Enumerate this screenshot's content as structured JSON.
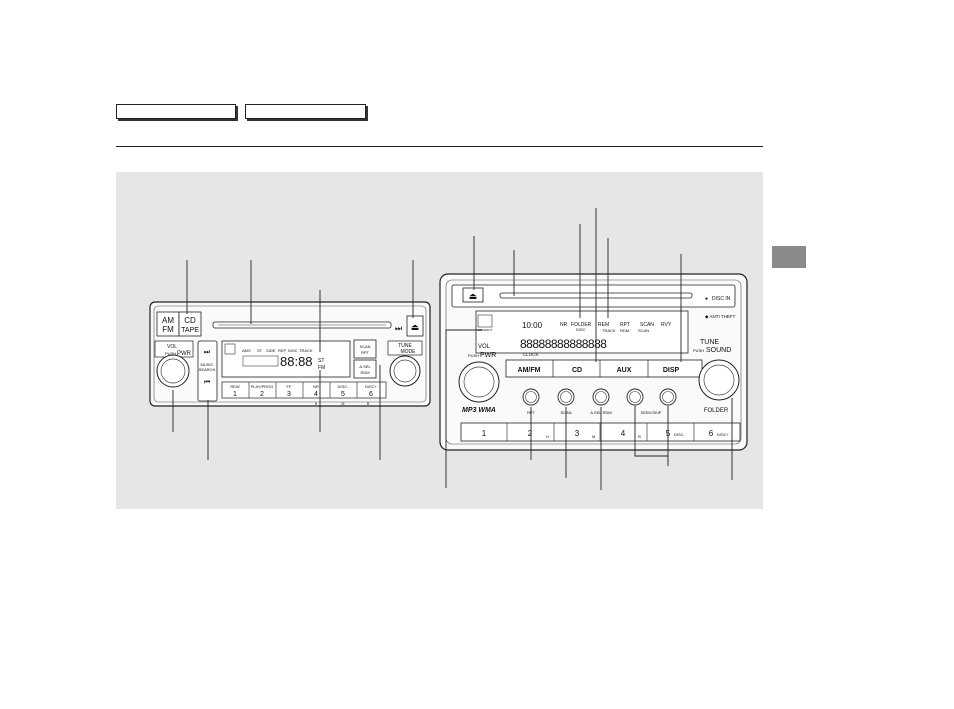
{
  "header": {
    "tabs": [
      "",
      ""
    ]
  },
  "left_unit": {
    "am_fm": [
      "AM",
      "FM"
    ],
    "cd_tape": [
      "CD",
      "TAPE"
    ],
    "vol_small": "VOL",
    "push_small": "PUSH",
    "pwr": "PWR",
    "music_search": [
      "MUSIC",
      "SEARCH"
    ],
    "display_upper": [
      "AMS",
      "ST",
      "SIDE",
      "REP",
      "DISC",
      "TRACK"
    ],
    "display_segments": "88:88",
    "scan": [
      "SCAN",
      "RPT"
    ],
    "aseldolby": [
      "A.SEL",
      "RDM"
    ],
    "tune_small": "TUNE",
    "mode": "MODE",
    "presets": [
      {
        "top": "REW",
        "num": "1"
      },
      {
        "top": "PLAY/PROG",
        "num": "2"
      },
      {
        "top": "FF",
        "num": "3"
      },
      {
        "top": "NR",
        "num": "4"
      },
      {
        "top": "DISC-",
        "num": "5"
      },
      {
        "top": "DISC+",
        "num": "6"
      }
    ],
    "bottom_marks": [
      "H",
      "M",
      "R"
    ]
  },
  "right_unit": {
    "disc_in": "DISC IN",
    "anti_theft": "ANTI THEFT",
    "compact_disc": [
      "COMPACT",
      "DIGITAL AUDIO"
    ],
    "display_labels": [
      "NR",
      "FOLDER",
      "DISC",
      "REM",
      "RPT",
      "SCAN",
      "RVY"
    ],
    "display_labels_2": [
      "TRACK",
      "RDM",
      "SCAN"
    ],
    "vol": "VOL",
    "push": "PUSH",
    "pwr": "PWR",
    "tune": "TUNE",
    "sound": "SOUND",
    "clock": "CLOCK",
    "mode_buttons": [
      "AM/FM",
      "CD",
      "AUX",
      "DISP"
    ],
    "mp3": "MP3 WMA",
    "knob_labels": [
      "RPT",
      "SCAN",
      "A.SEL RDM",
      "SEEK/SKIP",
      ""
    ],
    "folder": "FOLDER",
    "presets": [
      "1",
      "2",
      "3",
      "4",
      "5",
      "6"
    ],
    "preset_marks": [
      "H",
      "M",
      "R",
      "DISC-",
      "DISC+"
    ]
  }
}
